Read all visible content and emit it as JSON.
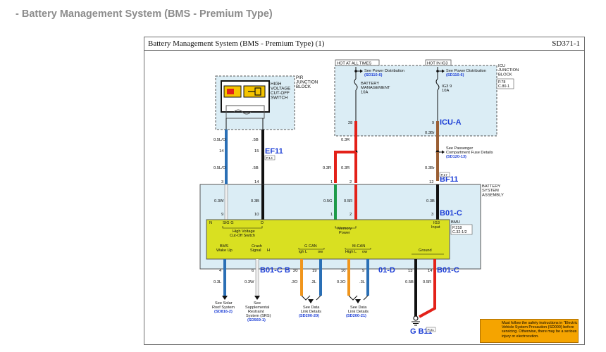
{
  "page_heading": "- Battery Management System (BMS - Premium Type)",
  "frame": {
    "title": "Battery Management System (BMS - Premium Type) (1)",
    "code": "SD371-1"
  },
  "pr_junction": {
    "title_lines": [
      "P/R",
      "JUNCTION",
      "BLOCK"
    ],
    "switch_lines": [
      "HIGH",
      "VOLTAGE",
      "CUT-OFF",
      "SWITCH"
    ]
  },
  "hot_at_all_times": {
    "label": "HOT AT ALL TIMES",
    "see_text": "See Power Distribution",
    "see_ref": "(SD110-6)",
    "fuse_lines": [
      "BATTERY",
      "MANAGEMENT",
      "10A"
    ]
  },
  "hot_in_ig3": {
    "label": "HOT IN IG3",
    "see_text": "See Power Distribution",
    "see_ref": "(SD110-6)",
    "fuse_lines": [
      "IG3 9",
      "10A"
    ]
  },
  "icu_junction": {
    "title_lines": [
      "ICU",
      "JUNCTION",
      "BLOCK"
    ],
    "ref_lines": [
      "P.78",
      "C.80-1"
    ]
  },
  "connectors": {
    "icu_a": "ICU-A",
    "ef11": "EF11",
    "ef11_ref": "P.14",
    "bf11": "BF11",
    "bf11_ref": "P.17",
    "b01c_top": "B01-C",
    "b01cb": "B01-C B",
    "b01d": "01-D",
    "b01c_bottom": "B01-C",
    "gb11": "G B11",
    "gb11_ref": "P.31"
  },
  "wires": {
    "w1_colors": [
      "0.5L/O",
      "0.5L/O",
      "0.3W"
    ],
    "w1_pins": [
      "14",
      "3",
      "9"
    ],
    "w2_colors": [
      ".5B",
      ".5B",
      "0.3B"
    ],
    "w2_pins": [
      "15",
      "14",
      "10"
    ],
    "battery_pin": "28",
    "battery_wire_upper": "0.3R",
    "battery_wire_lower": "0.3R",
    "mem_left_wire": "0.3R",
    "mem_left_lower": "0.5G",
    "mem_right_lower": "0.5R",
    "mem_pins_top": [
      "1",
      "2"
    ],
    "mem_pins_bottom": [
      "1",
      "2"
    ],
    "ig3_pin_top": "9",
    "ig3_wire_upper": "0.3Br",
    "ig3_wire_lower": "0.3Br",
    "ig3_pin_mid": "12",
    "ig3_wire_bottom": "0.3B",
    "ig3_pin_bottom": "3",
    "passenger_see": [
      "See Passenger",
      "Compartment Fuse Details"
    ],
    "passenger_ref": "(SD120-13)"
  },
  "battery_system": {
    "title_lines": [
      "BATTERY",
      "SYSTEM",
      "ASSEMBLY"
    ]
  },
  "bmu": {
    "title": "BMU",
    "ref_lines": [
      "P.218",
      "C.32-1/2"
    ],
    "pin_n": "N",
    "pin_sigg": "SIG G",
    "pin_d": "D",
    "cutoff_lines": [
      "High Voltage",
      "Cut-Off Switch"
    ],
    "memory_lines": [
      "Memory",
      "Power"
    ],
    "ig3_lines": [
      "IG3",
      "Input"
    ],
    "bms_wake_lines": [
      "BMS",
      "Wake Up"
    ],
    "crash_lines": [
      "Crash",
      "Signal"
    ],
    "crash_h": "H",
    "gcan": "G CAN",
    "gcan_high": "igh L",
    "gcan_low": "ow",
    "mcan": "M-CAN",
    "mcan_high": "High L",
    "mcan_low": "ow",
    "ground": "Ground"
  },
  "bottom": {
    "pins": [
      "4",
      "6",
      "20",
      "19",
      "10",
      "9",
      "13",
      "14"
    ],
    "wire_colors": [
      "0.3L",
      "0.3W",
      ".3O",
      ".3L",
      "0.3O",
      ".3L",
      "0.5B",
      "0.5R"
    ],
    "solar_lines": [
      "See Solar",
      "Roof System"
    ],
    "solar_ref": "(SD816-2)",
    "srs_lines": [
      "See",
      "Supplemental",
      "Restraint",
      "System (SRS)"
    ],
    "srs_ref": "(SD569-1)",
    "data_link_lines": [
      "See Data",
      "Link Details"
    ],
    "data_link_ref1": "(SD200-20)",
    "data_link_ref2": "(SD200-21)"
  },
  "caution": {
    "text": "Must follow the safety instructions in \"Electric Vehicle System Precaution (SD000) before servicing. Otherwise, there may be a serious injury or electrocution."
  },
  "colors": {
    "red": "#e32119",
    "black": "#111111",
    "blue": "#2a6fb5",
    "brown": "#9a5f34",
    "green": "#1d9a4a",
    "orange": "#f0951c",
    "white_wire": "#eeeeee",
    "box_fill": "#dbedf5",
    "bmu_fill": "#d9e021"
  }
}
